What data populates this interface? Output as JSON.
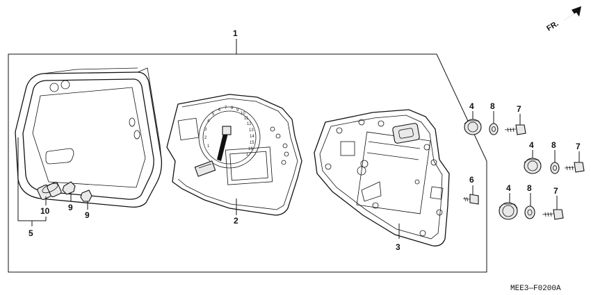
{
  "orientation": {
    "label": "FR.",
    "icon": "arrow-up-right-icon"
  },
  "diagram_code": "MEE3—F0200A",
  "callouts": {
    "c1": "1",
    "c2": "2",
    "c3": "3",
    "c4a": "4",
    "c4b": "4",
    "c4c": "4",
    "c5": "5",
    "c6": "6",
    "c7a": "7",
    "c7b": "7",
    "c7c": "7",
    "c8a": "8",
    "c8b": "8",
    "c8c": "8",
    "c9a": "9",
    "c9b": "9",
    "c10": "10"
  },
  "tachometer_scale": [
    "1",
    "2",
    "3",
    "4",
    "5",
    "6",
    "7",
    "8",
    "9",
    "10",
    "11",
    "12",
    "13",
    "14",
    "15",
    "16",
    "17"
  ]
}
